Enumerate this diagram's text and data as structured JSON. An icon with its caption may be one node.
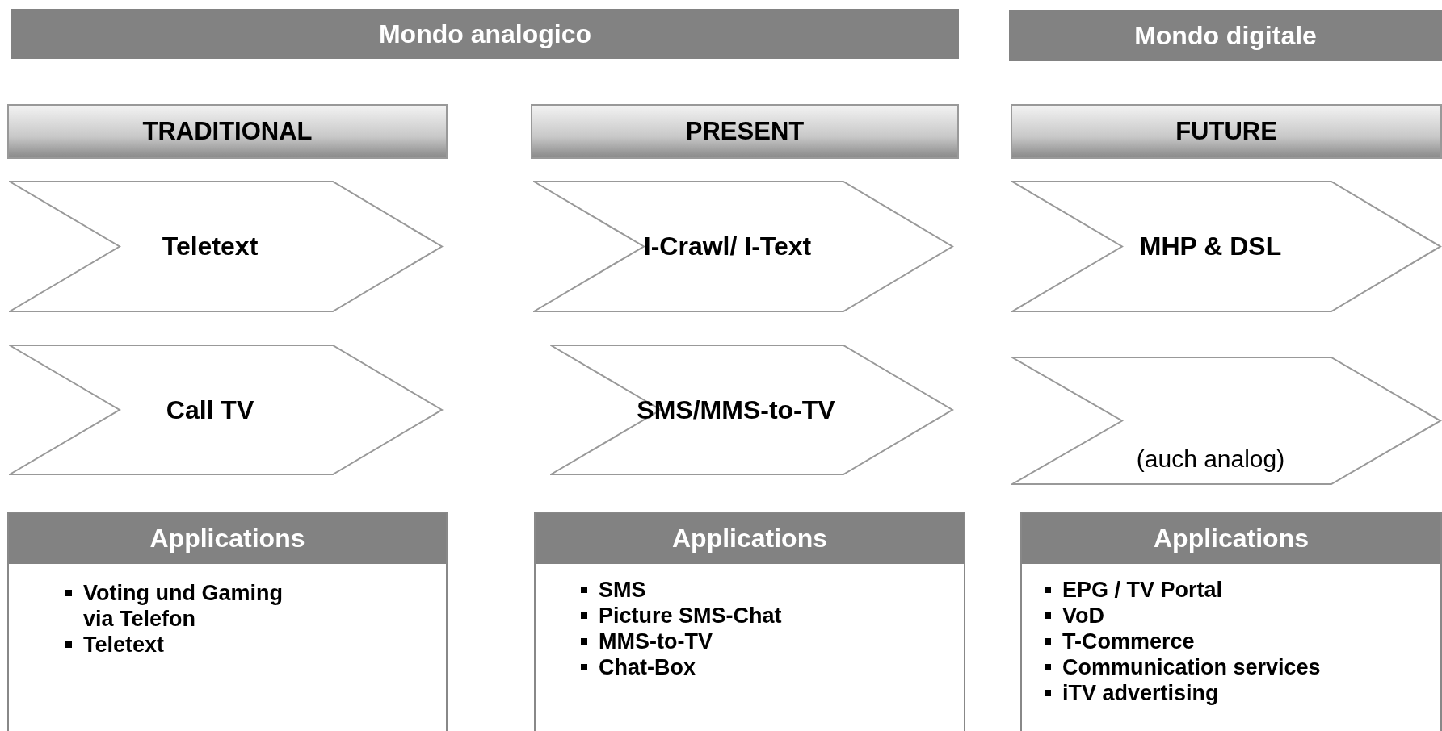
{
  "diagram": {
    "nodes": [
      {
        "text": [
          "Mondo analogico"
        ]
      },
      {
        "text": [
          "Mondo digitale"
        ]
      },
      {
        "text": [
          "TRADITIONAL"
        ]
      },
      {
        "text": [
          "PRESENT"
        ]
      },
      {
        "text": [
          "FUTURE"
        ]
      },
      {
        "text": [
          "Teletext"
        ]
      },
      {
        "text": [
          "I-Crawl/ I-Text"
        ]
      },
      {
        "text": [
          "MHP & DSL"
        ]
      },
      {
        "text": [
          "Call TV"
        ]
      },
      {
        "text": [
          "SMS/MMS-to-TV"
        ]
      },
      {
        "text": [
          "(auch analog)"
        ]
      },
      {
        "text": [
          "Applications",
          "Voting und Gaming via Telefon",
          "Teletext"
        ]
      },
      {
        "text": [
          "Applications",
          "SMS",
          "Picture SMS-Chat",
          "MMS-to-TV",
          "Chat-Box"
        ]
      },
      {
        "text": [
          "Applications",
          "EPG / TV Portal",
          "VoD",
          "T-Commerce",
          "Communication services",
          "iTV advertising"
        ]
      }
    ],
    "edges": []
  }
}
